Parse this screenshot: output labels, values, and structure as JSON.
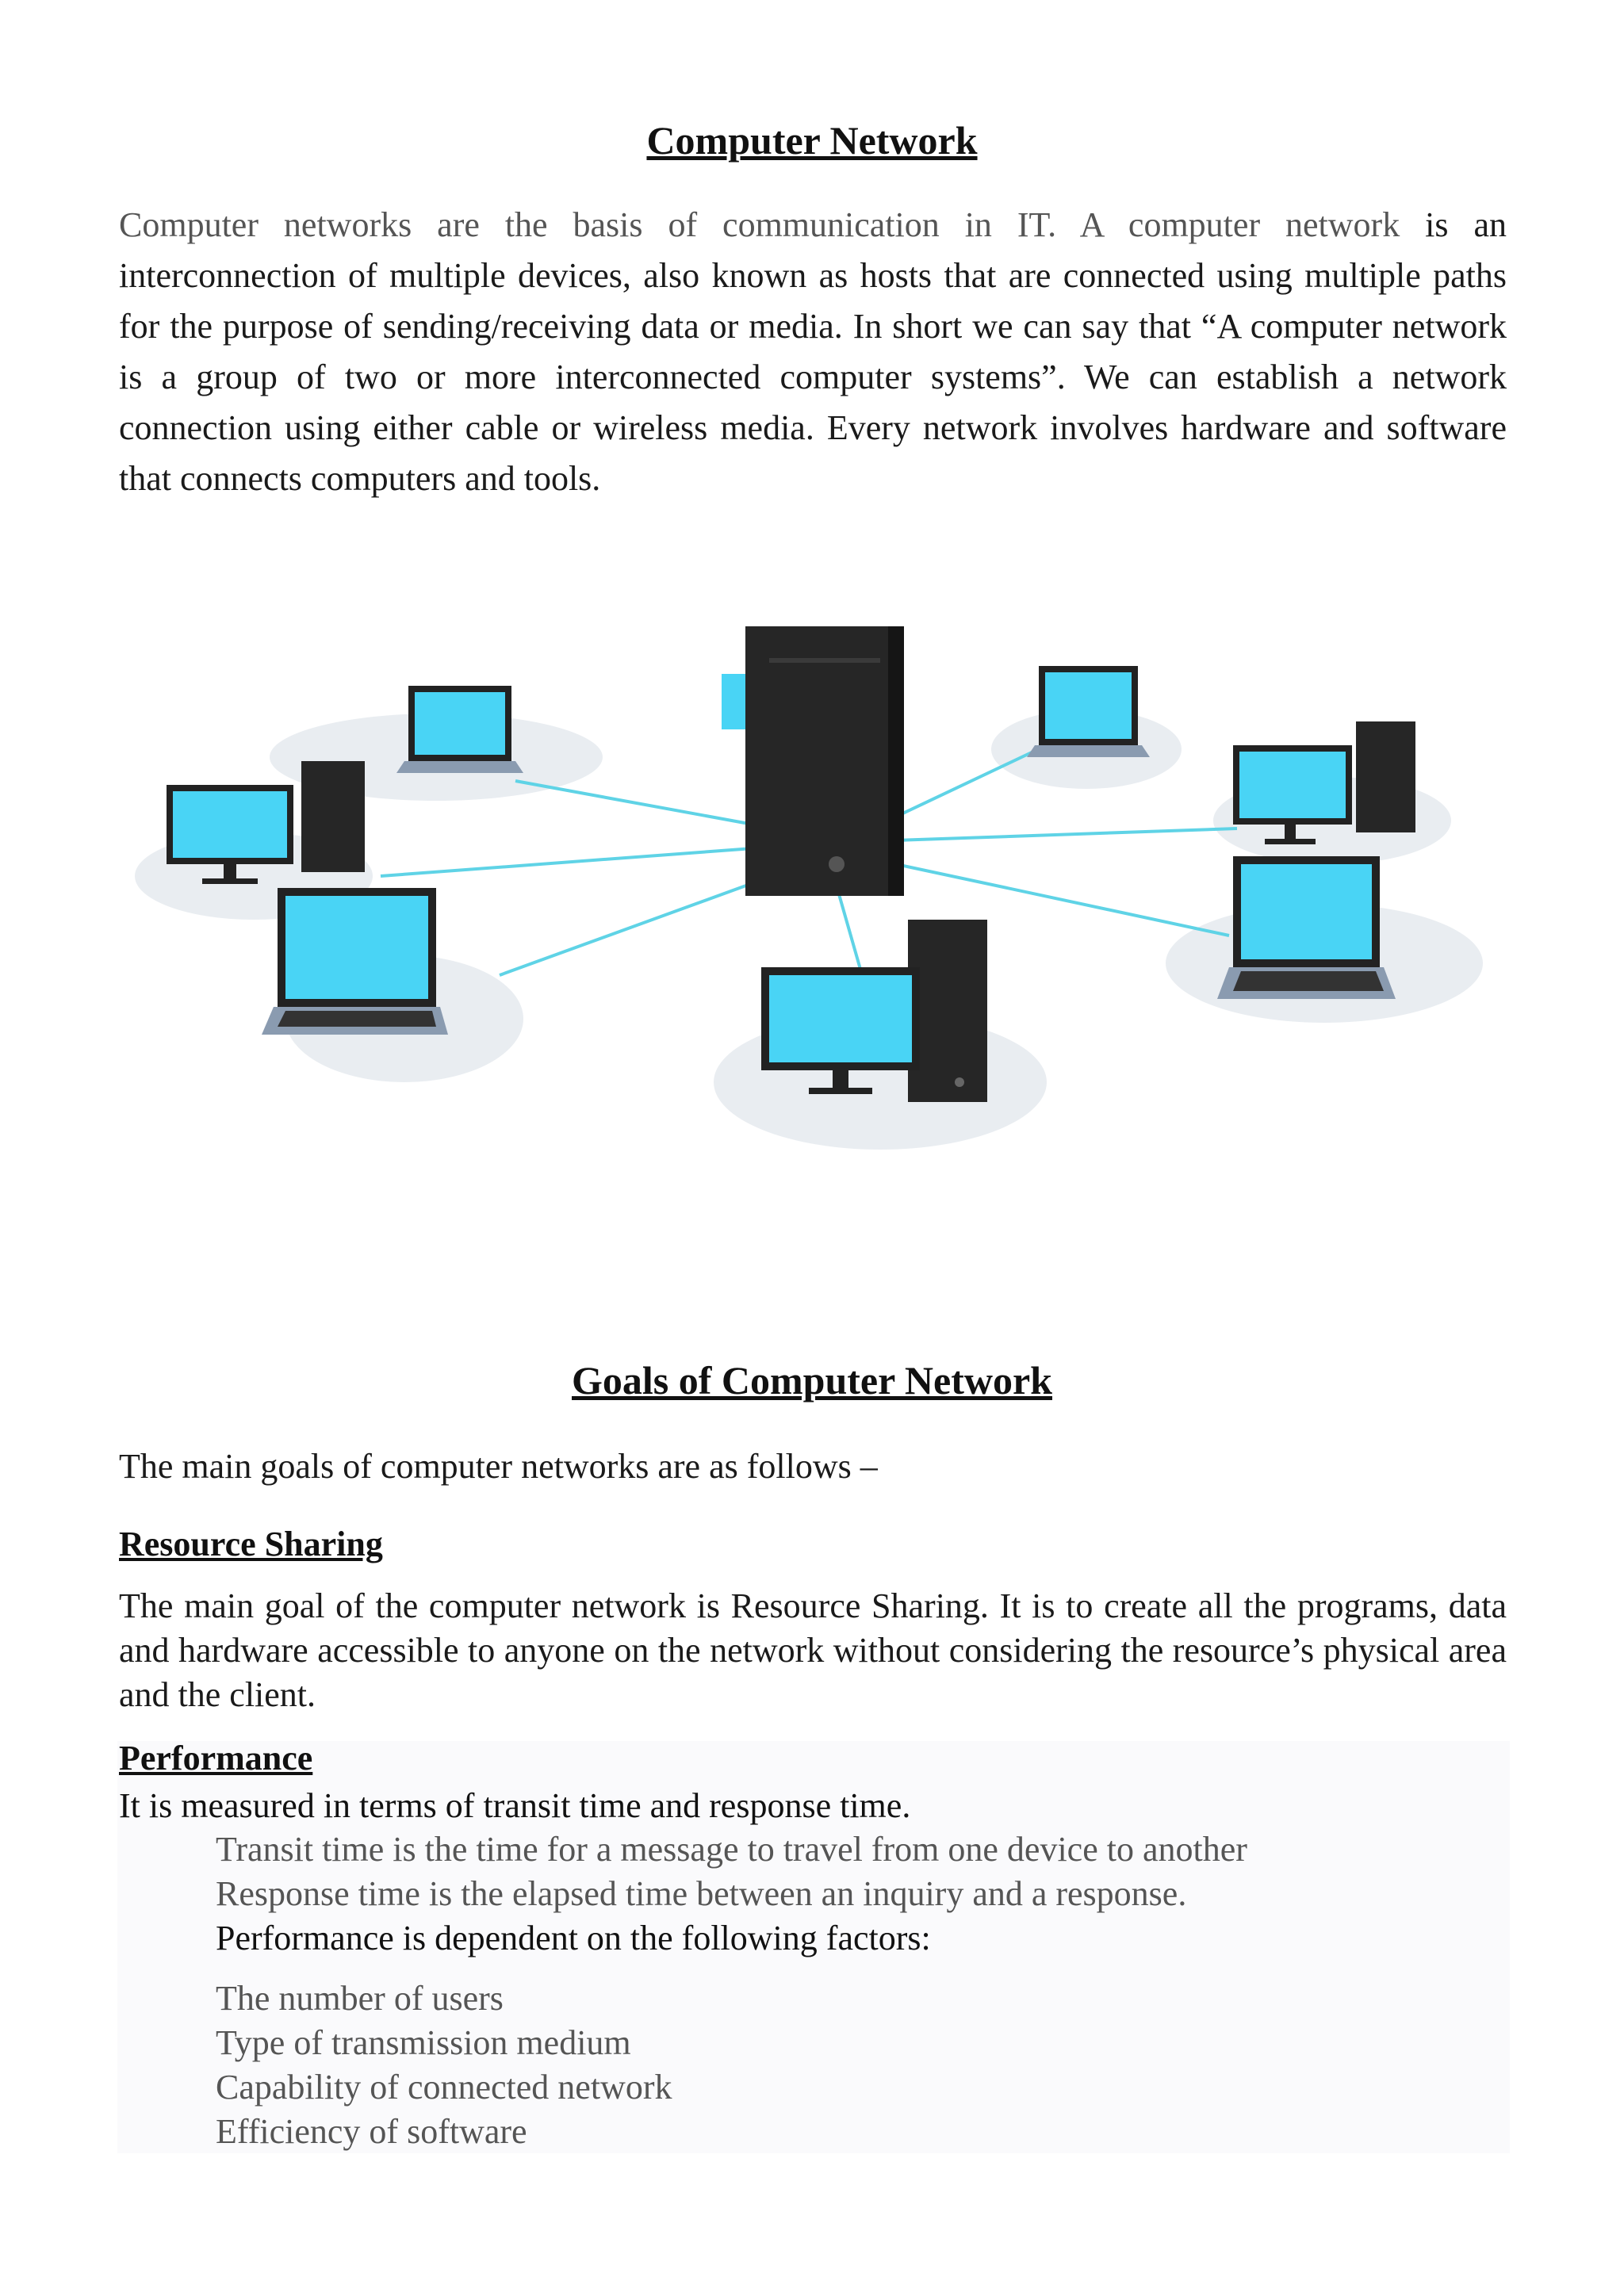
{
  "title": "Computer Network",
  "intro": {
    "part_grey": "Computer networks are the basis of communication in IT. A computer network",
    "part_dark": " is an interconnection of multiple devices, also known as hosts that are connected using multiple paths for the purpose of sending/receiving data or media. In short we can say that “A computer network is a group of two or more interconnected computer systems”. We can establish a network connection using either cable or wireless media. Every network involves hardware and software that connects computers and tools."
  },
  "figure": {
    "colors": {
      "screen": "#49d4f5",
      "tower": "#262626",
      "cable": "#5fd3e6",
      "shadow": "#e9edf1"
    }
  },
  "goals": {
    "title": "Goals of Computer Network",
    "intro": "The main goals of computer networks are as follows –",
    "resource_sharing": {
      "heading": "Resource Sharing",
      "body": "The main goal of the computer network is Resource Sharing. It is to create all the programs, data and hardware accessible to anyone on the network without considering the resource’s physical area and the client."
    },
    "performance": {
      "heading": "Performance",
      "body": "It is measured in terms of transit time and response time.",
      "lines": [
        "Transit time is the time for a message to travel from one device to another",
        "Response time is the elapsed time between an inquiry and a response.",
        "Performance is dependent on the following factors:"
      ],
      "factors": [
        "The number of users",
        "Type of transmission medium",
        "Capability of connected network",
        "Efficiency of software"
      ]
    }
  }
}
